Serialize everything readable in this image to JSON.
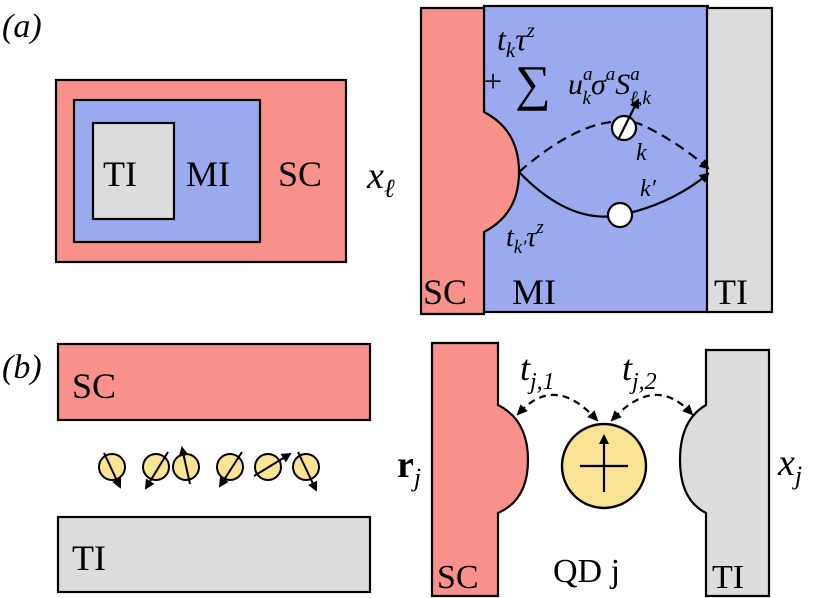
{
  "colors": {
    "sc": "#f7918a",
    "mi": "#9ba9ef",
    "ti": "#dcdcdc",
    "qd": "#f9e394",
    "stroke": "#000000"
  },
  "panel_a": {
    "label": "(a)",
    "nested": {
      "ti": "TI",
      "mi": "MI",
      "sc": "SC"
    },
    "x_label": "x",
    "x_sub": "ℓ",
    "junction": {
      "sc": "SC",
      "mi": "MI",
      "ti": "TI"
    },
    "hop_top": "t",
    "hop_top_sub": "k",
    "hop_top_op": "τ",
    "hop_top_sup": "z",
    "sum_term_plus": "+",
    "sum_symbol": "∑",
    "sum_u": "u",
    "sum_u_sup": "a",
    "sum_u_sub": "k",
    "sum_sigma": "σ",
    "sum_sigma_sup": "a",
    "sum_S": "S",
    "sum_S_sup": "a",
    "sum_S_sub": "ℓ,k",
    "hop_bottom": "t",
    "hop_bottom_sub": "k′",
    "hop_bottom_op": "τ",
    "hop_bottom_sup": "z",
    "path_k": "k",
    "path_kp": "k′"
  },
  "panel_b": {
    "label": "(b)",
    "sc": "SC",
    "ti": "TI",
    "r_label": "r",
    "r_sub": "j",
    "junction": {
      "sc": "SC",
      "ti": "TI",
      "qd": "QD j"
    },
    "t1": "t",
    "t1_sub": "j,1",
    "t2": "t",
    "t2_sub": "j,2",
    "x_label": "x",
    "x_sub": "j"
  }
}
